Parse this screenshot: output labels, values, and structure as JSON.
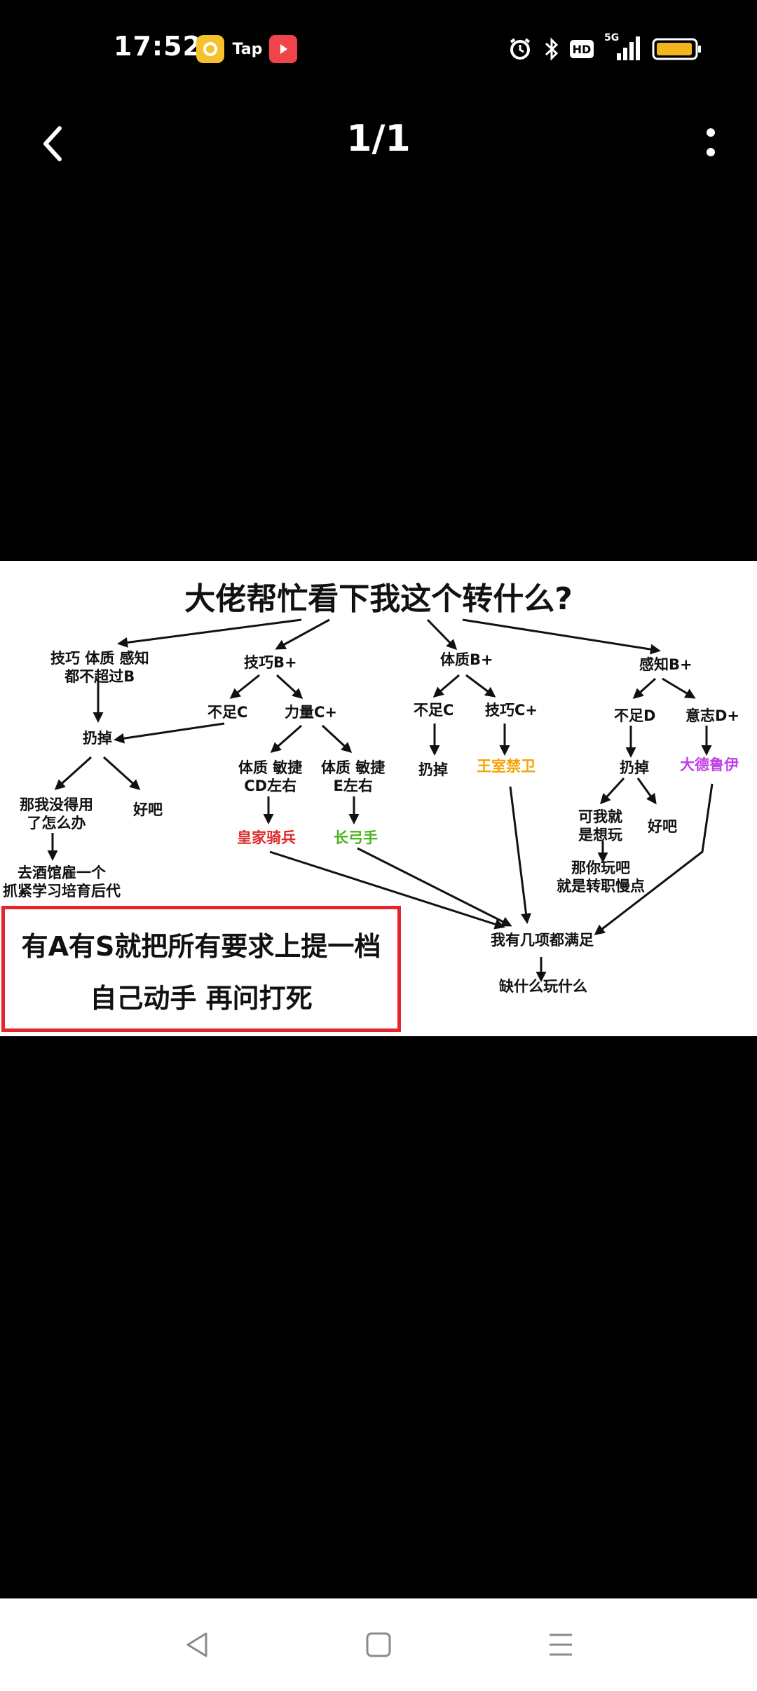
{
  "status_bar": {
    "time": "17:52",
    "tap_label": "Tap",
    "signal_label": "5G",
    "hd_label": "HD"
  },
  "top_nav": {
    "page_counter": "1/1"
  },
  "image": {
    "title": "大佬帮忙看下我这个转什么?",
    "nodes": {
      "n1": "技巧 体质 感知",
      "n1b": "都不超过B",
      "n2": "技巧B+",
      "n3": "体质B+",
      "n4": "感知B+",
      "n5": "不足C",
      "n6": "力量C+",
      "n7": "不足C",
      "n8": "技巧C+",
      "n9": "不足D",
      "n10": "意志D+",
      "n11": "扔掉",
      "n12": "扔掉",
      "n13": "王室禁卫",
      "n14": "扔掉",
      "n15": "大德鲁伊",
      "n16a": "体质 敏捷",
      "n16b": "CD左右",
      "n17a": "体质 敏捷",
      "n17b": "E左右",
      "n18a": "那我没得用",
      "n18b": "了怎么办",
      "n19": "好吧",
      "n20": "皇家骑兵",
      "n21": "长弓手",
      "n22a": "可我就",
      "n22b": "是想玩",
      "n23": "好吧",
      "n24a": "那你玩吧",
      "n24b": "就是转职慢点",
      "n25a": "去酒馆雇一个",
      "n25b": "抓紧学习培育后代",
      "n26": "我有几项都满足",
      "n27": "缺什么玩什么"
    },
    "box_line1": "有A有S就把所有要求上提一档",
    "box_line2": "自己动手 再问打死"
  },
  "colors": {
    "red_text": "#e02a2a",
    "green_text": "#4bb31a",
    "orange_text": "#f4a300",
    "purple_text": "#c240e6",
    "box_border": "#e4262b"
  },
  "icons": {
    "back": "chevron-left-icon",
    "more": "more-vertical-icon",
    "nav_back": "triangle-back-icon",
    "nav_home": "square-home-icon",
    "nav_menu": "menu-lines-icon"
  }
}
